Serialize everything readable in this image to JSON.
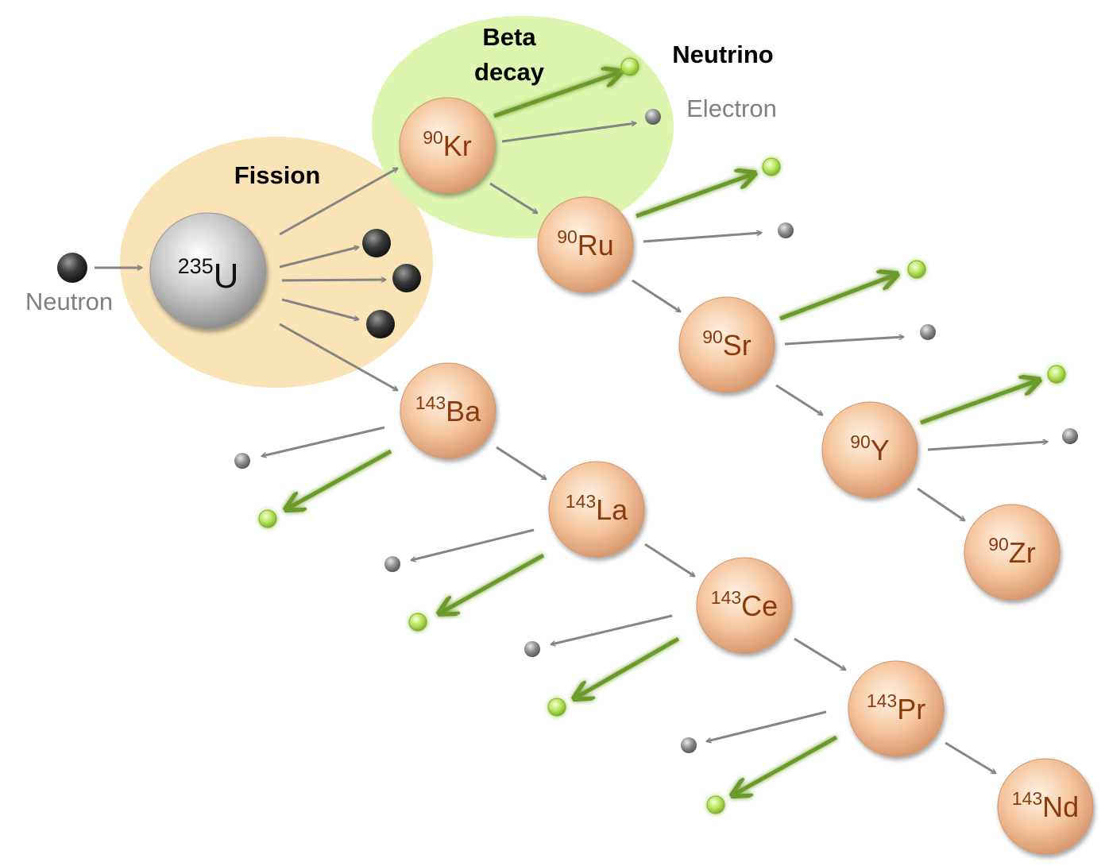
{
  "labels": {
    "fission": "Fission",
    "beta_decay_line1": "Beta",
    "beta_decay_line2": "decay",
    "neutrino": "Neutrino",
    "electron": "Electron",
    "neutron": "Neutron"
  },
  "uranium": {
    "mass": "235",
    "symbol": "U"
  },
  "nuclides": [
    {
      "id": "kr90",
      "mass": "90",
      "symbol": "Kr"
    },
    {
      "id": "ru90",
      "mass": "90",
      "symbol": "Ru"
    },
    {
      "id": "sr90",
      "mass": "90",
      "symbol": "Sr"
    },
    {
      "id": "y90",
      "mass": "90",
      "symbol": "Y"
    },
    {
      "id": "zr90",
      "mass": "90",
      "symbol": "Zr"
    },
    {
      "id": "ba143",
      "mass": "143",
      "symbol": "Ba"
    },
    {
      "id": "la143",
      "mass": "143",
      "symbol": "La"
    },
    {
      "id": "ce143",
      "mass": "143",
      "symbol": "Ce"
    },
    {
      "id": "pr143",
      "mass": "143",
      "symbol": "Pr"
    },
    {
      "id": "nd143",
      "mass": "143",
      "symbol": "Nd"
    }
  ],
  "colors": {
    "fission_region": "#fbe3b8",
    "beta_region": "#def5b0",
    "nuclide_fill": "#f6c9a3",
    "nuclide_text": "#8b3a0c",
    "neutrino": "#a8dc4a",
    "neutrino_arrow": "#6b9a2c",
    "grey_arrow": "#858585",
    "label_grey": "#808080"
  }
}
